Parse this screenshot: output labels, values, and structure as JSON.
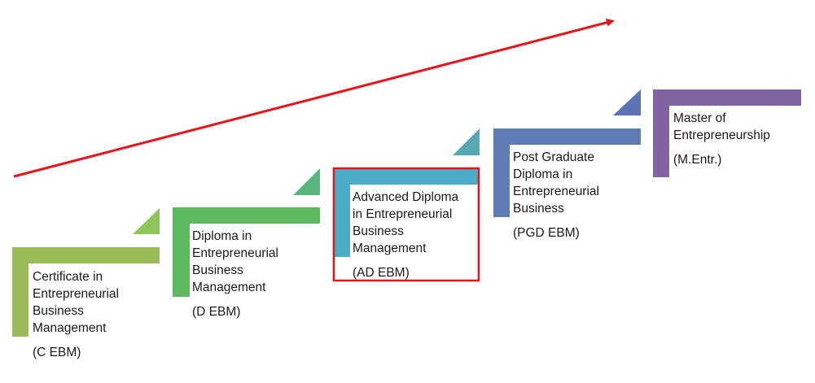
{
  "colors": {
    "arrow": "#e8141c",
    "highlight": "#e8141c",
    "steps": [
      "#9bbb59",
      "#5db95f",
      "#4bacc6",
      "#5d7db4",
      "#8064a2"
    ],
    "triangles": [
      "#8dc55a",
      "#58b77e",
      "#58a8b4",
      "#5d72b4",
      "#6c62ae"
    ]
  },
  "steps": [
    {
      "title": "Certificate in\nEntrepreneurial\nBusiness\nManagement",
      "abbr": "(C EBM)",
      "color": "#9bbb59",
      "highlighted": false
    },
    {
      "title": "Diploma in\nEntrepreneurial\nBusiness\nManagement",
      "abbr": "(D EBM)",
      "color": "#5db95f",
      "highlighted": false
    },
    {
      "title": "Advanced Diploma\nin Entrepreneurial\nBusiness\nManagement",
      "abbr": "(AD EBM)",
      "color": "#4bacc6",
      "highlighted": true
    },
    {
      "title": "Post Graduate\nDiploma in\nEntrepreneurial\nBusiness",
      "abbr": "(PGD EBM)",
      "color": "#5d7db4",
      "highlighted": false
    },
    {
      "title": "Master of\nEntrepreneurship",
      "abbr": "(M.Entr.)",
      "color": "#8064a2",
      "highlighted": false
    }
  ]
}
